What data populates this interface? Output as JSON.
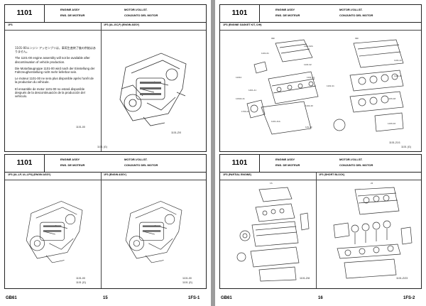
{
  "left_page": {
    "footer": {
      "model": "GB61",
      "page_number": "15",
      "section": "1FS-1"
    },
    "top_panel": {
      "code": "1101",
      "title_en_de": "ENGINE ASSY\nENS. DE MOTEUR",
      "title_es": "MOTOR-VOLLST.\nCONJUNTO DEL MOTOR",
      "left_label": "1FS",
      "right_label": "1FS (UL-GC,P) (ENGIN ASSY)",
      "note_jp": "1101-00エンジン アッセンブリは，車両生産終了後の供給はありません。",
      "note_en": "The 1101-00 engine assembly will not be available after discontinuation of vehicle production.",
      "note_de": "Die Motorbaugruppe 1101-00 wird nach der Einstellung der Fahrzeugherstellung nicht mehr lieferbar sein.",
      "note_fr": "Le moteur 1101-00 ne sera plus disponible après l'arrêt de la production du véhicule.",
      "note_es": "El ensamble de motor 1101-00 no estará disponible después de la descontinuación de la producción del vehículo.",
      "part_number": "1101-00",
      "figure_ref": "1101-Z/0",
      "small_ref": "1101 (G)"
    },
    "bottom_panel": {
      "code": "1101",
      "title_en_de": "ENGINE ASSY\nENS. DE MOTEUR",
      "title_es": "MOTOR-VOLLST.\nCONJUNTO DEL MOTOR",
      "left_label": "1FS (UL-LP, UL-LPS) (ENGIN ASSY)",
      "right_label": "1FS (ENGIN ASSY)",
      "left_part": "1101-00",
      "left_ref": "1101 (G)",
      "right_part": "1101-00",
      "right_ref": "1101 (G)"
    }
  },
  "right_page": {
    "footer": {
      "model": "GB61",
      "page_number": "16",
      "section": "1FS-2"
    },
    "top_panel": {
      "code": "1101",
      "title_en_de": "ENGINE ASSY\nENS. DE MOTEUR",
      "title_es": "MOTOR-VOLLST.\nCONJUNTO DEL MOTOR",
      "left_label": "1FS (ENGINE GASKET KIT, O/H)",
      "callouts": [
        "09F",
        "09F",
        "1104-32A",
        "1101-01",
        "1104-32",
        "1104-41",
        "1104-44",
        "1104-46",
        "11044",
        "1401-41",
        "11S02-41",
        "1700-41",
        "11S5-48",
        "1102-41",
        "1102-40",
        "1101-41A",
        "11S-40",
        "11S5-46"
      ],
      "figure_ref": "1101-21/1",
      "small_ref": "1101 (G)"
    },
    "bottom_panel": {
      "code": "1101",
      "title_en_de": "ENGINE ASSY\nENS. DE MOTEUR",
      "title_es": "MOTOR-VOLLST.\nCONJUNTO DEL MOTOR",
      "left_label": "1FS (PARTIAL ENGINE)",
      "right_label": "1FS (SHORT BLOCK)",
      "left_top_callout": "1S",
      "right_top_callout": "22",
      "left_ref": "1101-Z/8",
      "right_ref": "1101-Z/23"
    }
  }
}
